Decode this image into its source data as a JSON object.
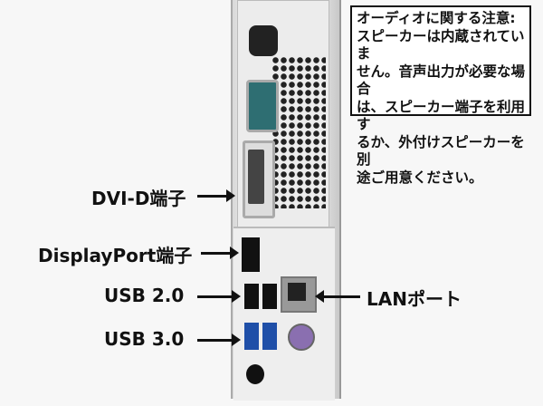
{
  "note": {
    "lines": [
      "オーディオに関する注意:",
      "スピーカーは内蔵されていま",
      "せん。音声出力が必要な場合",
      "は、スピーカー端子を利用す",
      "るか、外付けスピーカーを別",
      "途ご用意ください。"
    ]
  },
  "labels": {
    "dvi": "DVI-D端子",
    "displayport": "DisplayPort端子",
    "usb2": "USB 2.0",
    "usb3": "USB 3.0",
    "lan": "LANポート"
  }
}
